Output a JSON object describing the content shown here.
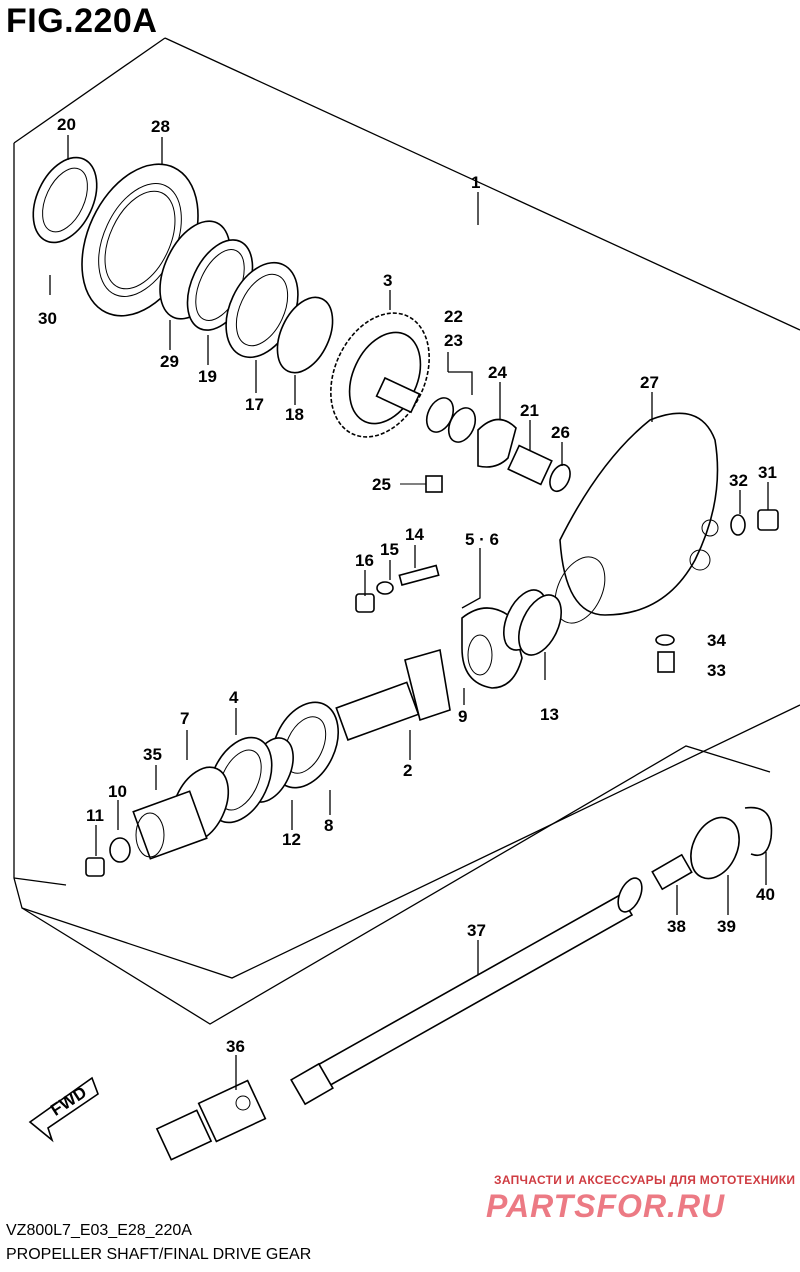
{
  "figure": {
    "title": "FIG.220A",
    "model_code": "VZ800L7_E03_E28_220A",
    "caption": "PROPELLER SHAFT/FINAL DRIVE GEAR",
    "fwd_label": "FWD"
  },
  "callouts": [
    "1",
    "2",
    "3",
    "4",
    "5 · 6",
    "7",
    "8",
    "9",
    "10",
    "11",
    "12",
    "13",
    "14",
    "15",
    "16",
    "17",
    "18",
    "19",
    "20",
    "21",
    "22",
    "23",
    "24",
    "25",
    "26",
    "27",
    "28",
    "29",
    "30",
    "31",
    "32",
    "33",
    "34",
    "35",
    "36",
    "37",
    "38",
    "39",
    "40"
  ],
  "watermark": {
    "line1": "ЗАПЧАСТИ И АКСЕССУАРЫ ДЛЯ МОТОТЕХНИКИ",
    "line2": "PARTSFOR.RU",
    "color": "#cf3c42"
  }
}
